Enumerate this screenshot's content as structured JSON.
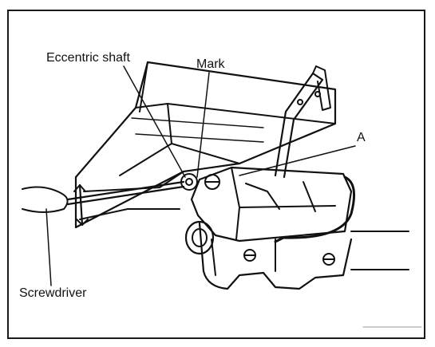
{
  "labels": {
    "eccentric_shaft": "Eccentric shaft",
    "mark": "Mark",
    "a": "A",
    "screwdriver": "Screwdriver"
  },
  "colors": {
    "ink": "#111111",
    "paper": "#ffffff"
  }
}
